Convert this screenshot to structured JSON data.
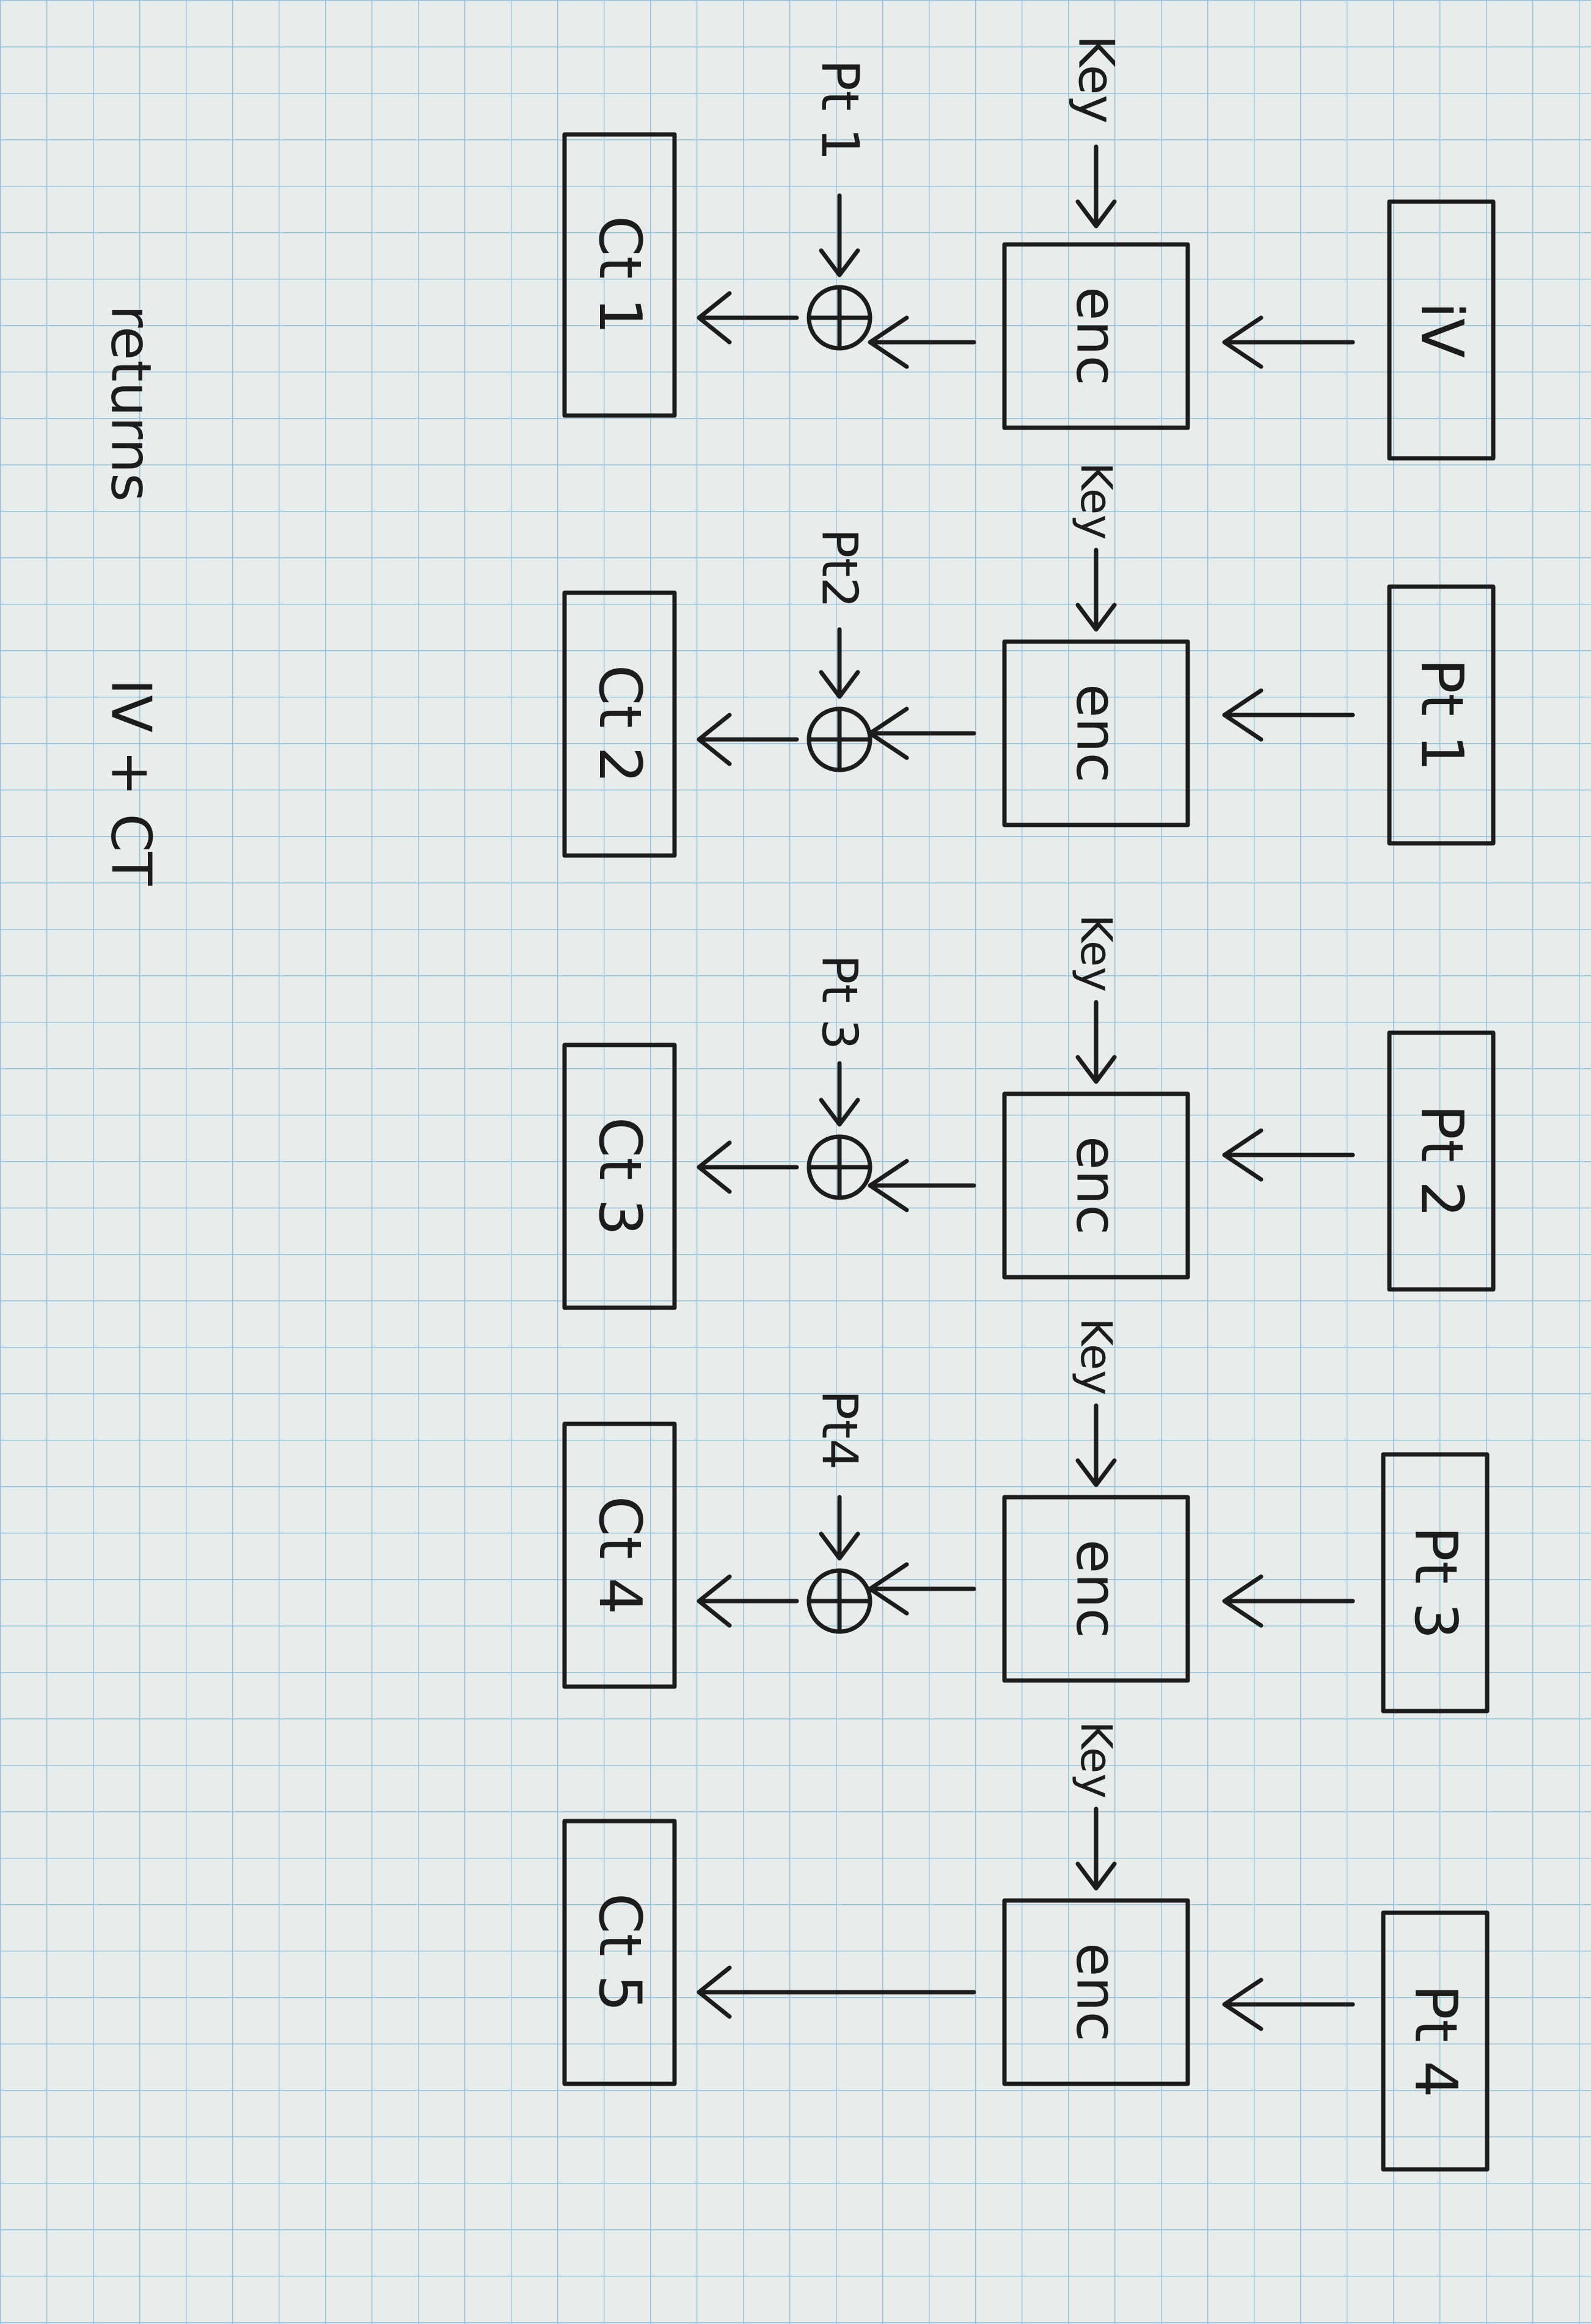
{
  "diagram": {
    "input_row": [
      "iV",
      "Pt 1",
      "Pt 2",
      "Pt 3",
      "Pt 4"
    ],
    "enc_label": "enc",
    "key_labels": [
      "Key",
      "Key",
      "Key",
      "Key",
      "Key"
    ],
    "pt_labels": [
      "Pt 1",
      "Pt2",
      "Pt 3",
      "Pt4"
    ],
    "output_row": [
      "Ct 1",
      "Ct 2",
      "Ct 3",
      "Ct 4",
      "Ct 5"
    ],
    "footer_left": "returns",
    "footer_right": "IV + CT",
    "colors": {
      "paper": "#e9ecec",
      "grid": "#9cc3d8",
      "ink": "#1c1c1c"
    }
  }
}
